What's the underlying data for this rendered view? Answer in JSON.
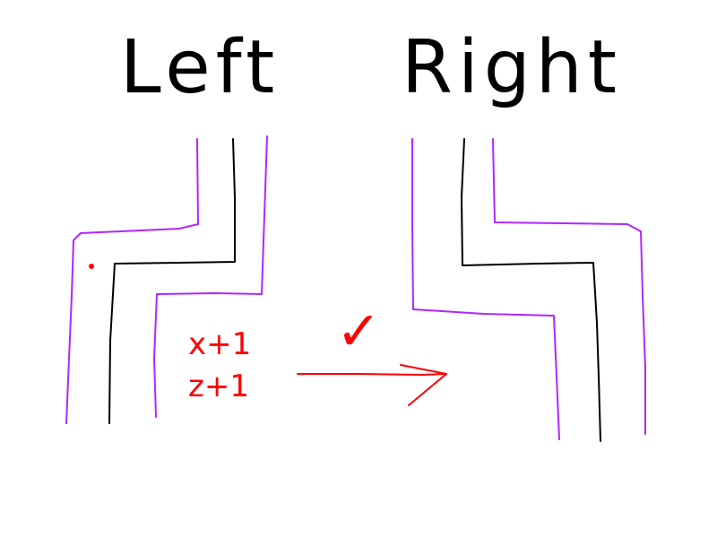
{
  "labels": {
    "left_title": "Left",
    "right_title": "Right",
    "note_line1": "x+1",
    "note_line2": "z+1",
    "check_mark": "✓"
  },
  "colors": {
    "wall": "#b026ff",
    "path": "#000000",
    "annotation": "#ff0000",
    "background": "#ffffff"
  }
}
